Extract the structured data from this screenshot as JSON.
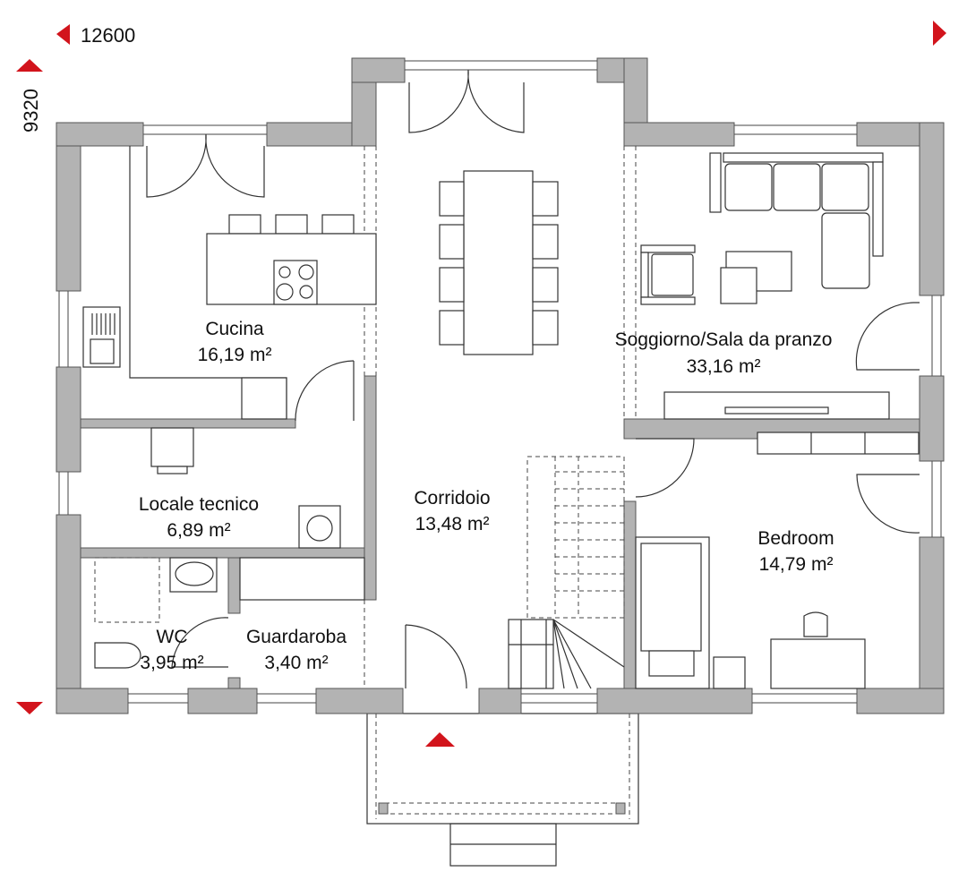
{
  "dimensions": {
    "width_label": "12600",
    "depth_label": "9320"
  },
  "colors": {
    "accent": "#d2141c",
    "wall": "#b3b3b3"
  },
  "rooms": [
    {
      "name": "Cucina",
      "area": "16,19 m²"
    },
    {
      "name": "Soggiorno/Sala da pranzo",
      "area": "33,16 m²"
    },
    {
      "name": "Locale tecnico",
      "area": "6,89 m²"
    },
    {
      "name": "Corridoio",
      "area": "13,48 m²"
    },
    {
      "name": "Bedroom",
      "area": "14,79 m²"
    },
    {
      "name": "WC",
      "area": "3,95 m²"
    },
    {
      "name": "Guardaroba",
      "area": "3,40 m²"
    }
  ]
}
